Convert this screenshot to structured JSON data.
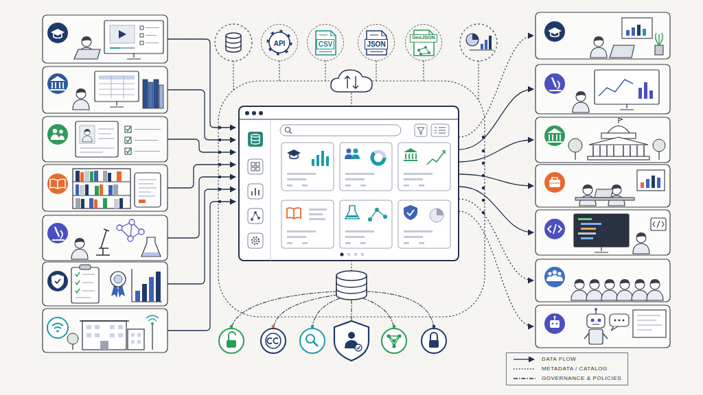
{
  "diagram": {
    "nodes": [
      {
        "text": [
          "API"
        ]
      },
      {
        "text": [
          "CSV"
        ]
      },
      {
        "text": [
          "JSON"
        ]
      },
      {
        "text": [
          "GeoJSON"
        ]
      }
    ],
    "legend": [
      {
        "text": "DATA FLOW"
      },
      {
        "text": "METADATA / CATALOG"
      },
      {
        "text": "GOVERNANCE & POLICIES"
      }
    ]
  }
}
